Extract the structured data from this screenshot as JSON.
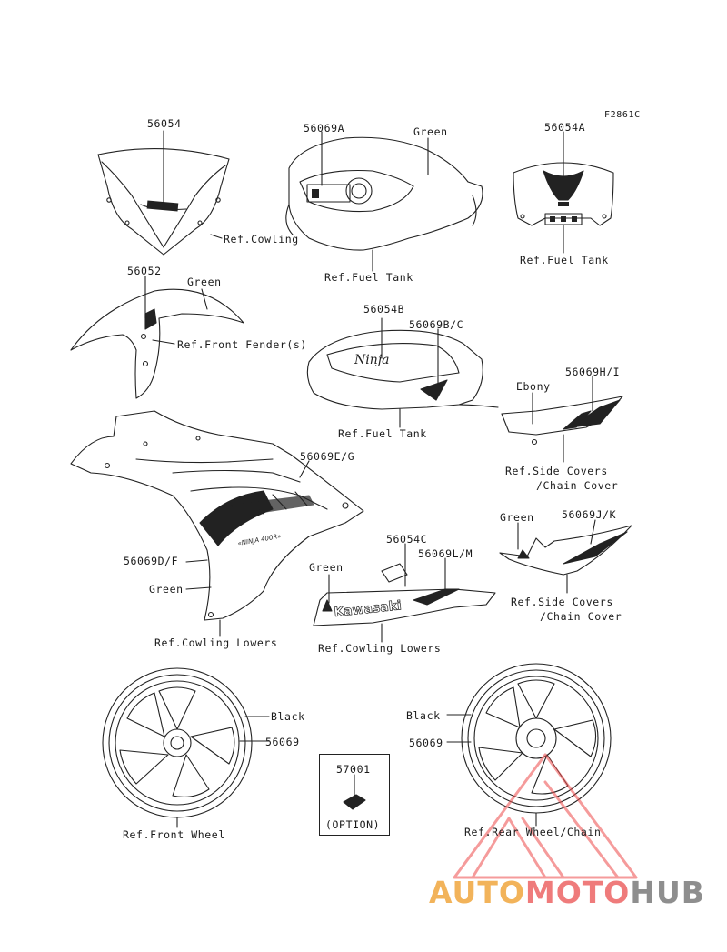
{
  "figure_id": "F2861C",
  "labels": {
    "p56054": "56054",
    "ref_cowling": "Ref.Cowling",
    "p56069A": "56069A",
    "green_tank": "Green",
    "ref_fuel_tank_top": "Ref.Fuel Tank",
    "p56054A": "56054A",
    "ref_fuel_tank_right": "Ref.Fuel Tank",
    "p56052": "56052",
    "green_fender": "Green",
    "ref_front_fender": "Ref.Front Fender(s)",
    "p56054B": "56054B",
    "p56069BC": "56069B/C",
    "ref_fuel_tank_mid": "Ref.Fuel Tank",
    "ebony": "Ebony",
    "p56069HI": "56069H/I",
    "ref_side_covers_1a": "Ref.Side Covers",
    "ref_side_covers_1b": "/Chain Cover",
    "p56069EG": "56069E/G",
    "p56069DF": "56069D/F",
    "green_cowl_lower": "Green",
    "ref_cowling_lowers_left": "Ref.Cowling Lowers",
    "p56054C": "56054C",
    "p56069LM": "56069L/M",
    "green_lower_right": "Green",
    "ref_cowling_lowers_mid": "Ref.Cowling Lowers",
    "green_side": "Green",
    "p56069JK": "56069J/K",
    "ref_side_covers_2a": "Ref.Side Covers",
    "ref_side_covers_2b": "/Chain Cover",
    "black_front": "Black",
    "p56069_front": "56069",
    "ref_front_wheel": "Ref.Front Wheel",
    "p57001": "57001",
    "option": "(OPTION)",
    "black_rear": "Black",
    "p56069_rear": "56069",
    "ref_rear_wheel": "Ref.Rear Wheel/Chain"
  },
  "watermark": {
    "part1": "AUTO",
    "part2": "MOTO",
    "part3": "HUB",
    "colors": {
      "part1": "#f2b35a",
      "part2": "#ef7b7b",
      "part3": "#8e8e8e"
    }
  }
}
